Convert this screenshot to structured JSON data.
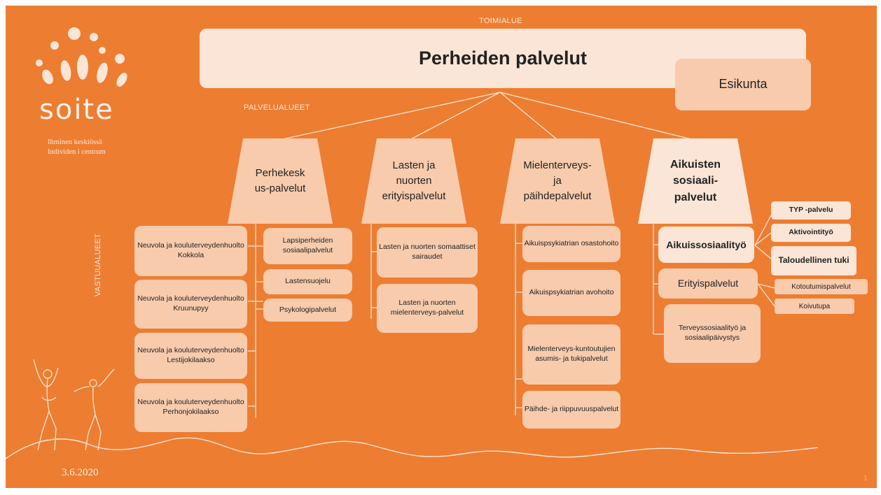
{
  "logo": {
    "name": "soite",
    "tagline_fi": "Ihminen keskiössä",
    "tagline_sv": "Individen i centrum"
  },
  "labels": {
    "toimialue": "TOIMIALUE",
    "palvelualueet": "PALVELUALUEET",
    "vastuualueet": "VASTUUALUEET"
  },
  "main": {
    "title": "Perheiden palvelut",
    "esikunta": "Esikunta"
  },
  "areas": [
    {
      "name": "Perhekeskus-palvelut"
    },
    {
      "name": "Lasten ja nuorten erityispalvelut"
    },
    {
      "name": "Mielenterveys-ja päihdepalvelut"
    },
    {
      "name": "Aikuisten sosiaali-palvelut"
    }
  ],
  "units": {
    "neuvola": [
      "Neuvola ja kouluterveydenhuolto Kokkola",
      "Neuvola ja kouluterveydenhuolto Kruunupyy",
      "Neuvola ja kouluterveydenhuolto Lestijokilaakso",
      "Neuvola ja kouluterveydenhuolto Perhonjokilaakso"
    ],
    "perhekeskus": [
      "Lapsiperheiden sosiaalipalvelut",
      "Lastensuojelu",
      "Psykologipalvelut"
    ],
    "lasten": [
      "Lasten ja nuorten somaattiset sairaudet",
      "Lasten ja nuorten mielenterveys-palvelut"
    ],
    "mielenterveys": [
      "Aikuispsykiatrian osastohoito",
      "Aikuispsykiatrian avohoito",
      "Mielenterveys-kuntoutujien asumis- ja tukipalvelut",
      "Päihde- ja riippuvuuspalvelut"
    ],
    "aikuiset": [
      "Aikuissosiaalityö",
      "Erityispalvelut",
      "Terveyssosiaalityö ja sosiaalipäivystys"
    ],
    "aikuissosiaalityo_sub": [
      "TYP -palvelu",
      "Aktivointityö",
      "Taloudellinen tuki"
    ],
    "erityis_sub": [
      "Kotoutumispalvelut",
      "Koivutupa"
    ]
  },
  "footer": {
    "date": "3.6.2020",
    "page": "1"
  },
  "colors": {
    "background": "#ED7D31",
    "box": "#F8CBAD",
    "box_light": "#FBE5D6",
    "text": "#222222"
  }
}
